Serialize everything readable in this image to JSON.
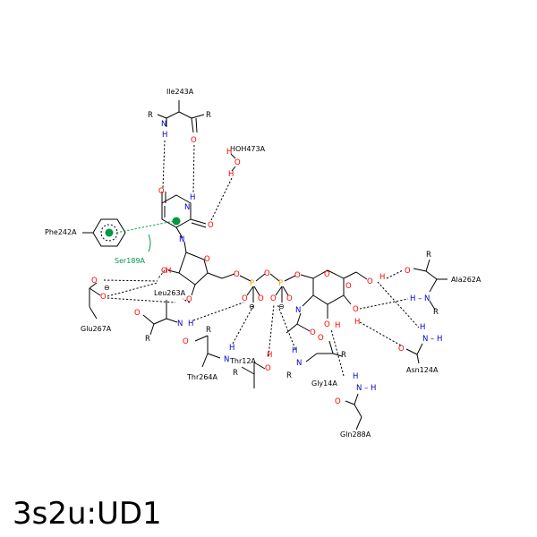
{
  "title": "3s2u:UD1",
  "residues": {
    "ile243": "Ile243A",
    "hoh473": "HOH473A",
    "phe242": "Phe242A",
    "ser189": "Ser189A",
    "leu263": "Leu263A",
    "glu267": "Glu267A",
    "thr264": "Thr264A",
    "thr12": "Thr12A",
    "gly14": "Gly14A",
    "gln288": "Gln288A",
    "asn124": "Asn124A",
    "ala262": "Ala262A"
  },
  "atoms": {
    "N": "N",
    "O": "O",
    "H": "H",
    "P": "P",
    "R": "R",
    "minus": "⊖",
    "NH": "N – H",
    "HN": "H – N"
  },
  "colors": {
    "nitrogen": "#0000cc",
    "oxygen": "#ff0000",
    "phosphorus": "#ff9900",
    "interaction": "#009944"
  }
}
